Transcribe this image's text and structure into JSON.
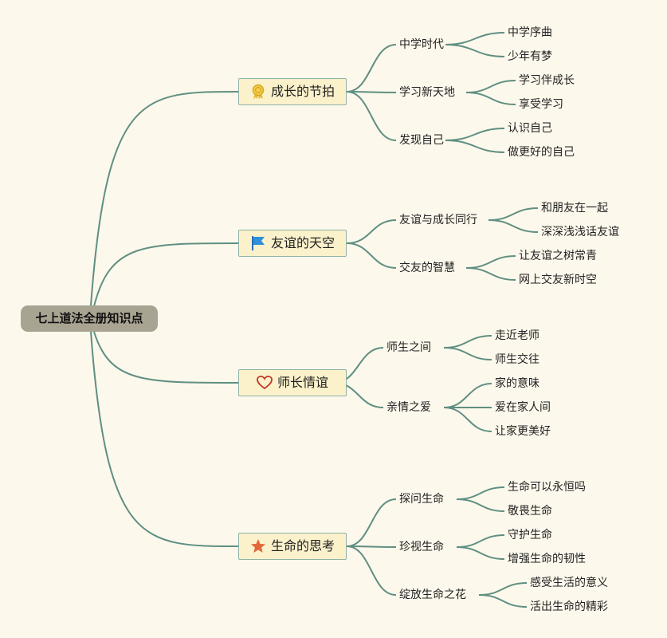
{
  "colors": {
    "background": "#fdf8ec",
    "line": "#5f8f82",
    "root_fill": "#a9a391",
    "branch_fill": "#fbf1cb",
    "branch_border": "#8fb2a6"
  },
  "root": {
    "label": "七上道法全册知识点"
  },
  "branches": [
    {
      "label": "成长的节拍",
      "icon": "award-medal-icon",
      "topics": [
        {
          "label": "中学时代",
          "items": [
            "中学序曲",
            "少年有梦"
          ]
        },
        {
          "label": "学习新天地",
          "items": [
            "学习伴成长",
            "享受学习"
          ]
        },
        {
          "label": "发现自己",
          "items": [
            "认识自己",
            "做更好的自己"
          ]
        }
      ]
    },
    {
      "label": "友谊的天空",
      "icon": "blue-flag-icon",
      "topics": [
        {
          "label": "友谊与成长同行",
          "items": [
            "和朋友在一起",
            "深深浅浅话友谊"
          ]
        },
        {
          "label": "交友的智慧",
          "items": [
            "让友谊之树常青",
            "网上交友新时空"
          ]
        }
      ]
    },
    {
      "label": "师长情谊",
      "icon": "heart-icon",
      "topics": [
        {
          "label": "师生之间",
          "items": [
            "走近老师",
            "师生交往"
          ]
        },
        {
          "label": "亲情之爱",
          "items": [
            "家的意味",
            "爱在家人间",
            "让家更美好"
          ]
        }
      ]
    },
    {
      "label": "生命的思考",
      "icon": "star-icon",
      "topics": [
        {
          "label": "探问生命",
          "items": [
            "生命可以永恒吗",
            "敬畏生命"
          ]
        },
        {
          "label": "珍视生命",
          "items": [
            "守护生命",
            "增强生命的韧性"
          ]
        },
        {
          "label": "绽放生命之花",
          "items": [
            "感受生活的意义",
            "活出生命的精彩"
          ]
        }
      ]
    }
  ]
}
